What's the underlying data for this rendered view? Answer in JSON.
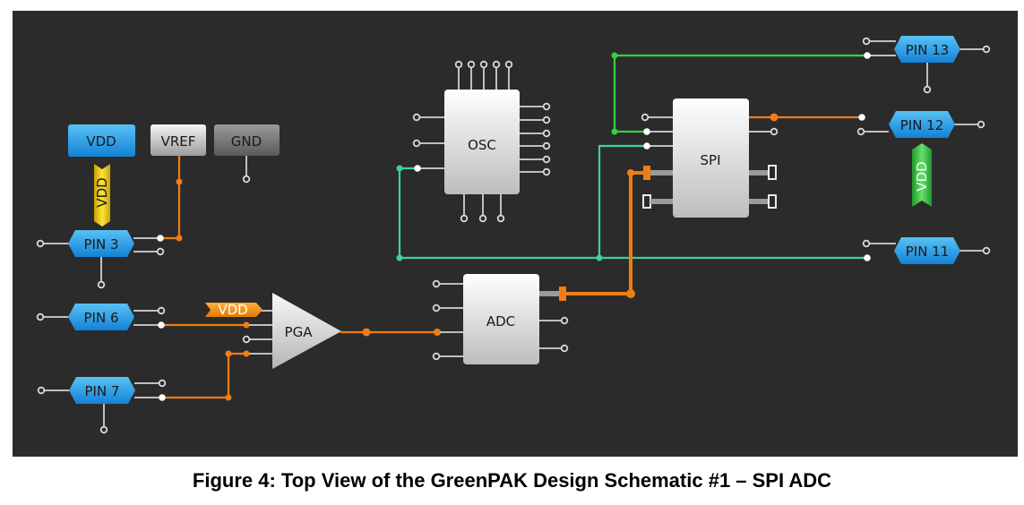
{
  "caption": "Figure 4: Top View of the GreenPAK Design Schematic #1 – SPI ADC",
  "blocks": {
    "vdd": "VDD",
    "vref": "VREF",
    "gnd": "GND",
    "osc": "OSC",
    "spi": "SPI",
    "adc": "ADC",
    "pga": "PGA"
  },
  "pins": {
    "pin3": "PIN 3",
    "pin6": "PIN 6",
    "pin7": "PIN 7",
    "pin11": "PIN 11",
    "pin12": "PIN 12",
    "pin13": "PIN 13"
  },
  "tags": {
    "vdd_vertical": "VDD",
    "vdd_pga": "VDD",
    "vdd_green": "VDD"
  },
  "colors": {
    "background": "#2b2b2b",
    "pin_blue": "#1e9be6",
    "wire_orange": "#f07d15",
    "wire_green": "#37d043",
    "wire_teal": "#3fd0a0"
  }
}
